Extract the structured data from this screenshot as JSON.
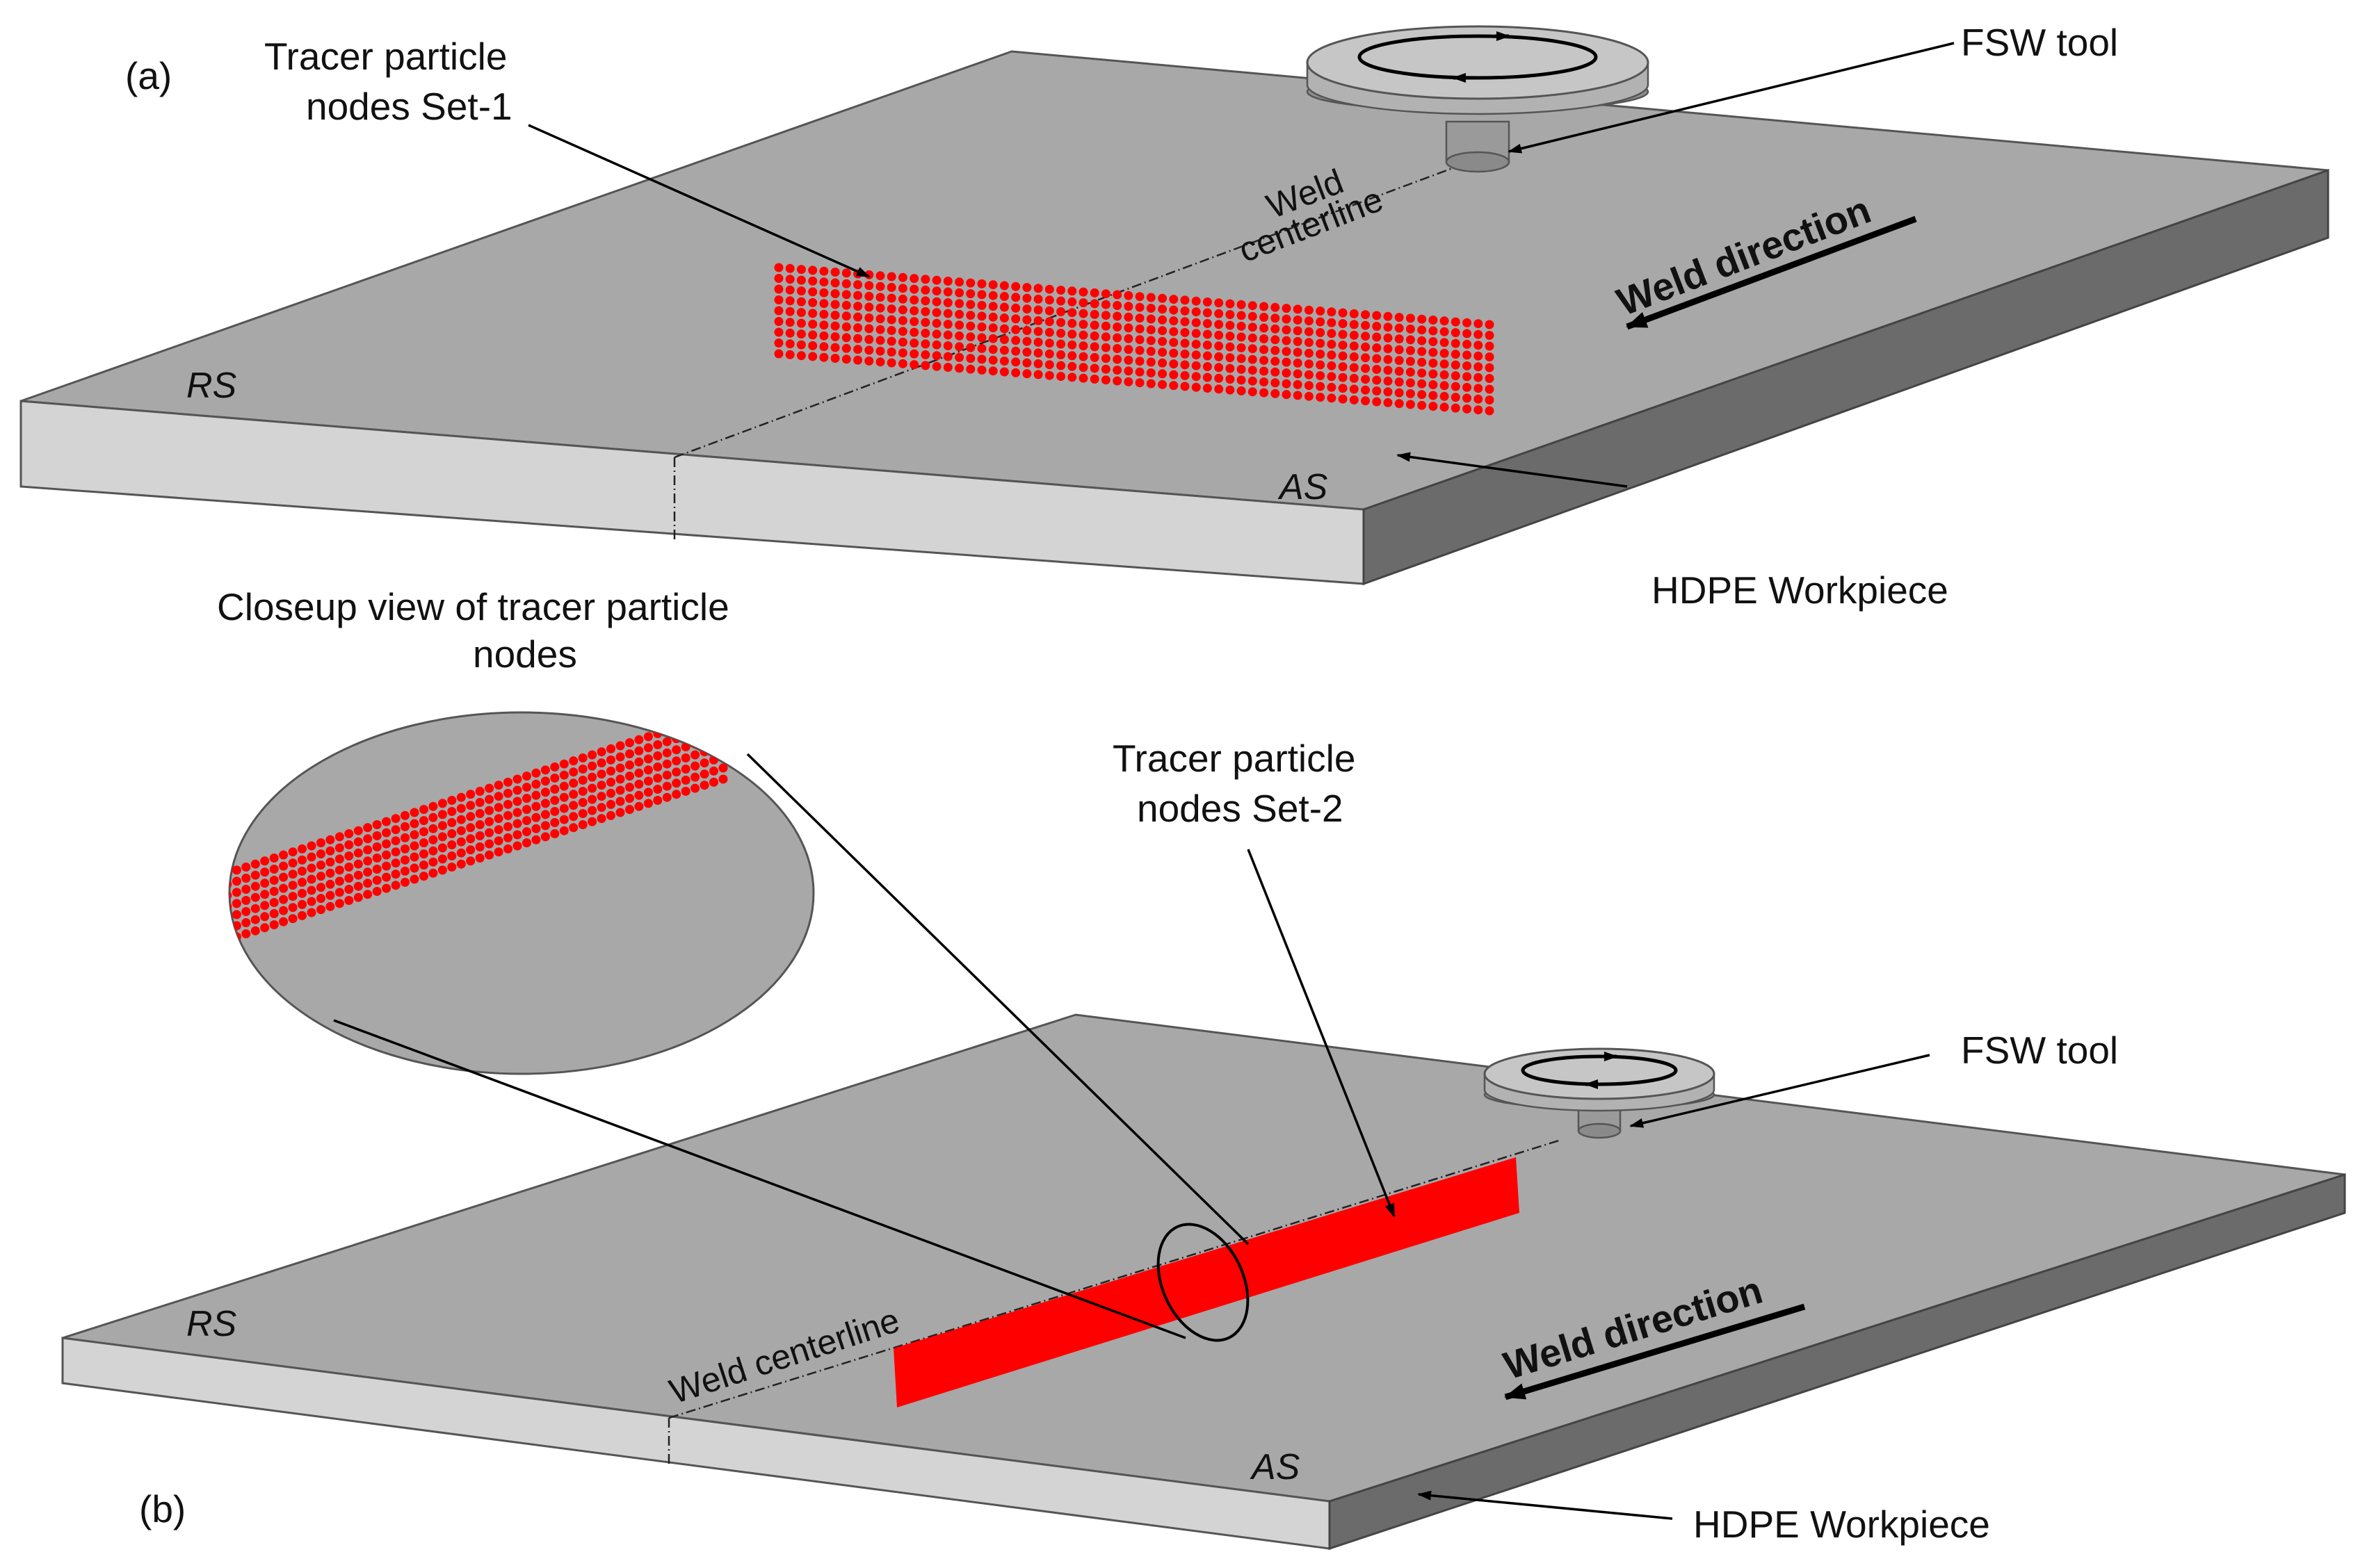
{
  "panel_a": {
    "tag": "(a)",
    "set_label": [
      "Tracer particle",
      "nodes Set-1"
    ],
    "tool_label": "FSW tool",
    "centerline_label": [
      "Weld",
      "centerline"
    ],
    "direction_label": "Weld direction",
    "rs_label": "RS",
    "as_label": "AS",
    "workpiece_label": "HDPE Workpiece"
  },
  "panel_b": {
    "tag": "(b)",
    "closeup_label": [
      "Closeup view of tracer particle",
      "nodes"
    ],
    "set_label": [
      "Tracer particle",
      "nodes Set-2"
    ],
    "tool_label": "FSW tool",
    "centerline_label": "Weld centerline",
    "direction_label": "Weld direction",
    "rs_label": "RS",
    "as_label": "AS",
    "workpiece_label": "HDPE Workpiece"
  },
  "colors": {
    "plate_top": "#a8a8a8",
    "plate_front": "#d4d4d4",
    "plate_side": "#6b6b6b",
    "tracer_red": "#ff0000",
    "tool_body": "#c6c6c6"
  }
}
